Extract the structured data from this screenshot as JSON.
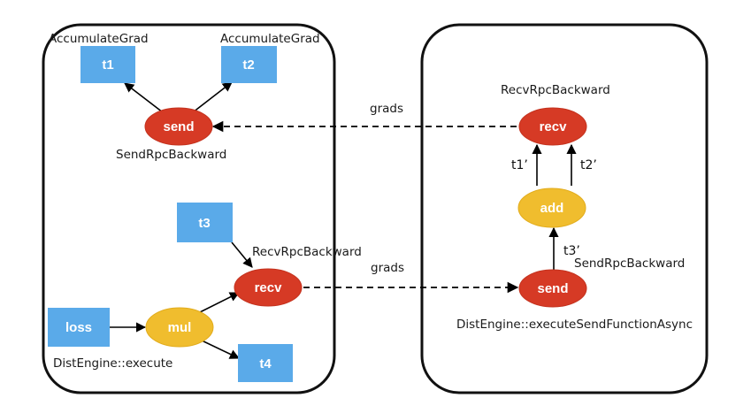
{
  "nodes": {
    "t1": "t1",
    "t2": "t2",
    "t3": "t3",
    "t4": "t4",
    "loss": "loss",
    "mul": "mul",
    "send_left": "send",
    "recv_left": "recv",
    "recv_right": "recv",
    "add": "add",
    "send_right": "send"
  },
  "labels": {
    "accumulate_grad_1": "AccumulateGrad",
    "accumulate_grad_2": "AccumulateGrad",
    "send_rpc_backward_left": "SendRpcBackward",
    "recv_rpc_backward_left": "RecvRpcBackward",
    "dist_engine_execute": "DistEngine::execute",
    "recv_rpc_backward_right": "RecvRpcBackward",
    "send_rpc_backward_right": "SendRpcBackward",
    "dist_engine_send_async": "DistEngine::executeSendFunctionAsync"
  },
  "edges": {
    "grads_top": "grads",
    "grads_bottom": "grads",
    "t1_prime": "t1’",
    "t2_prime": "t2’",
    "t3_prime": "t3’"
  },
  "colors": {
    "box": "#5aaae9",
    "red_node": "#d63a25",
    "yellow_node": "#f0bd2e"
  }
}
